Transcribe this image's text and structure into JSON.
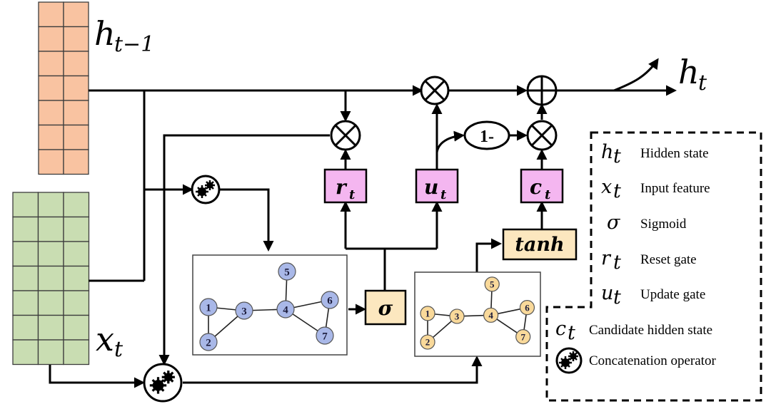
{
  "labels": {
    "h_prev": "h",
    "h_prev_sub": "t−1",
    "h_out": "h",
    "h_out_sub": "t",
    "x_in": "x",
    "x_in_sub": "t",
    "one_minus": "1-",
    "sigma": "σ",
    "tanh": "tanh"
  },
  "gates": [
    {
      "sym": "r",
      "sub": "t"
    },
    {
      "sym": "u",
      "sub": "t"
    },
    {
      "sym": "c",
      "sub": "t"
    }
  ],
  "graph_nodes": [
    "1",
    "2",
    "3",
    "4",
    "5",
    "6",
    "7"
  ],
  "legend": [
    {
      "sym": "h",
      "sub": "t",
      "text": "Hidden state"
    },
    {
      "sym": "x",
      "sub": "t",
      "text": "Input feature"
    },
    {
      "sym": "σ",
      "sub": "",
      "text": "Sigmoid"
    },
    {
      "sym": "r",
      "sub": "t",
      "text": "Reset gate"
    },
    {
      "sym": "u",
      "sub": "t",
      "text": "Update gate"
    },
    {
      "sym": "c",
      "sub": "t",
      "text": "Candidate hidden state"
    },
    {
      "sym": "",
      "sub": "",
      "text": "Concatenation operator"
    }
  ],
  "colors": {
    "hidden_grid": "#f9c3a1",
    "input_grid": "#c9ddb2",
    "gate_fill": "#f4b6f0",
    "box_fill": "#fce7bf",
    "graph_node_blue": "#a9b8e8",
    "graph_node_yellow": "#f9d99a"
  }
}
